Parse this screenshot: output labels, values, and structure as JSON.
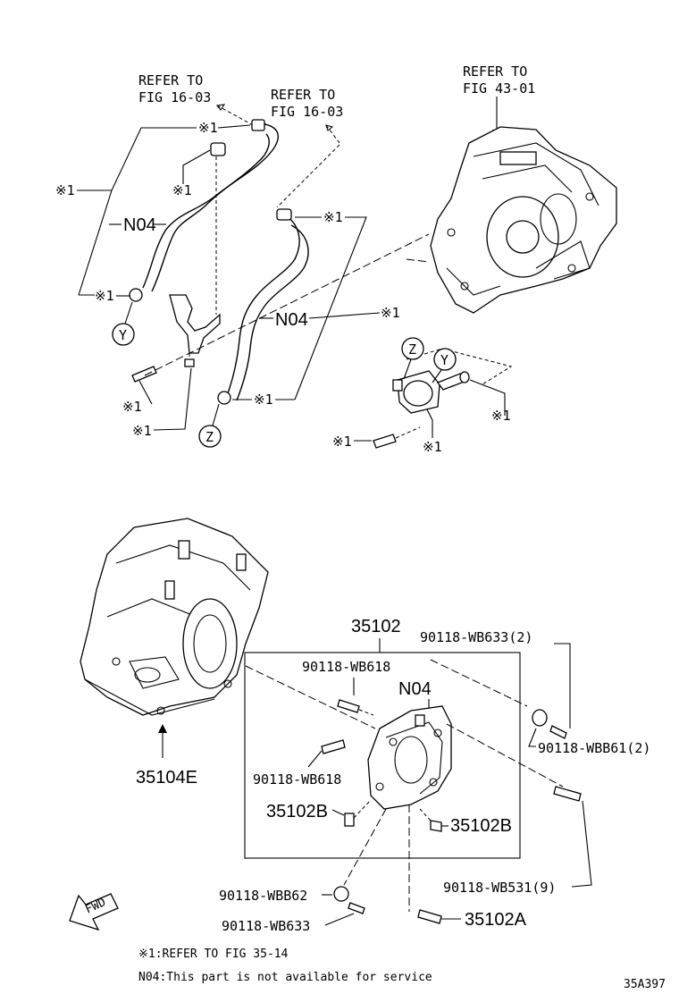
{
  "refs": {
    "fig1603_a_line1": "REFER TO",
    "fig1603_a_line2": "FIG 16-03",
    "fig1603_b_line1": "REFER TO",
    "fig1603_b_line2": "FIG 16-03",
    "fig4301_line1": "REFER TO",
    "fig4301_line2": "FIG 43-01"
  },
  "marks": {
    "ref_mark": "※1",
    "n04": "N04",
    "y": "Y",
    "z": "Z"
  },
  "parts": {
    "p35102": "35102",
    "p35104E": "35104E",
    "p35102B_left": "35102B",
    "p35102B_right": "35102B",
    "p35102A": "35102A",
    "wb633_2": "90118-WB633(2)",
    "wb618_top": "90118-WB618",
    "wb618_bottom": "90118-WB618",
    "wbb61_2": "90118-WBB61(2)",
    "wb531_9": "90118-WB531(9)",
    "wbb62": "90118-WBB62",
    "wb633": "90118-WB633",
    "n04_lower": "N04"
  },
  "fwd": "FWD",
  "notes": {
    "note1": "※1:REFER TO FIG 35-14",
    "note2": "N04:This part is not available for service"
  },
  "figure_code": "35A397"
}
